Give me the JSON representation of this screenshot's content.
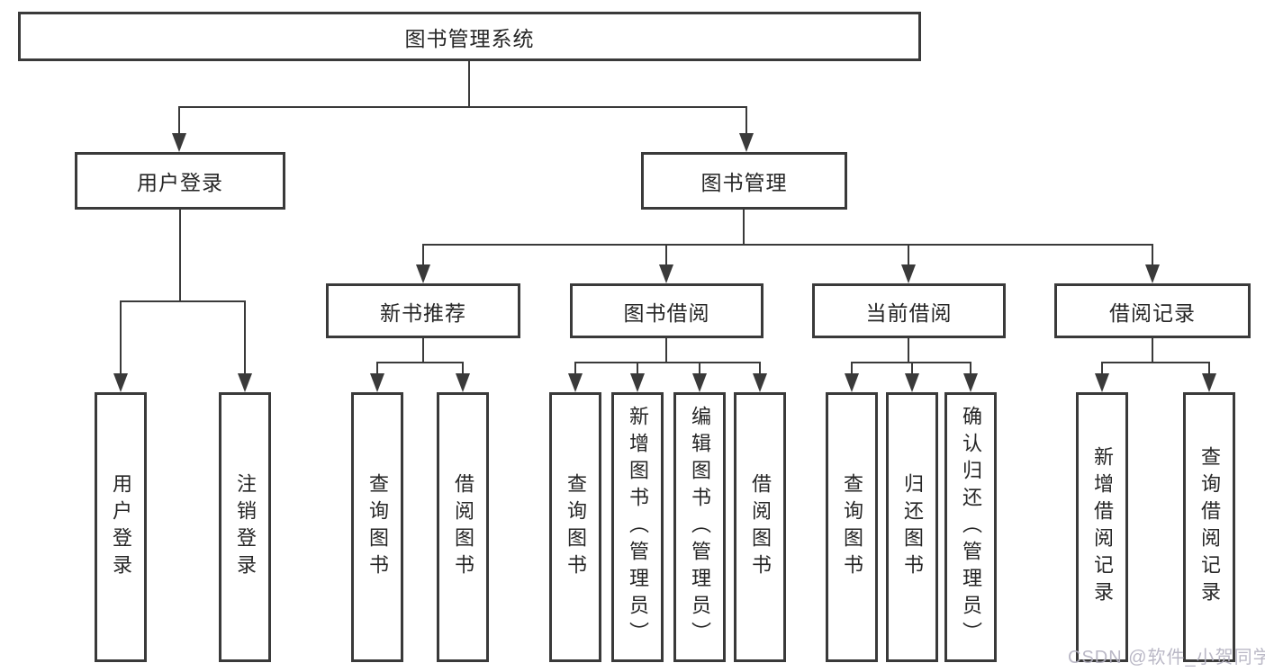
{
  "diagram": {
    "root_label": "图书管理系统",
    "level2": [
      {
        "label": "用户登录",
        "leaves": [
          "用户登录",
          "注销登录"
        ]
      },
      {
        "label": "图书管理"
      }
    ],
    "level3": [
      {
        "label": "新书推荐",
        "leaves": [
          "查询图书",
          "借阅图书"
        ]
      },
      {
        "label": "图书借阅",
        "leaves": [
          "查询图书",
          "新增图书（管理员）",
          "编辑图书（管理员）",
          "借阅图书"
        ]
      },
      {
        "label": "当前借阅",
        "leaves": [
          "查询图书",
          "归还图书",
          "确认归还（管理员）"
        ]
      },
      {
        "label": "借阅记录",
        "leaves": [
          "新增借阅记录",
          "查询借阅记录"
        ]
      }
    ],
    "watermark": "CSDN @软件_小贺同学",
    "colors": {
      "line": "#3a3a3a",
      "text": "#262626",
      "watermark": "#b3b1c0",
      "background": "#ffffff"
    }
  }
}
